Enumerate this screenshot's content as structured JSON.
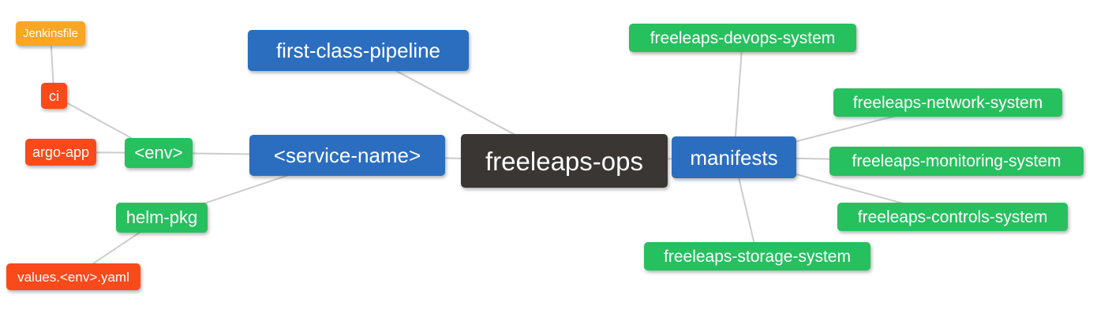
{
  "diagram": {
    "type": "mindmap",
    "root": "freeleaps_ops",
    "nodes": {
      "freeleaps_ops": {
        "label": "freeleaps-ops",
        "role": "root"
      },
      "first_class_pipeline": {
        "label": "first-class-pipeline",
        "role": "branch"
      },
      "service_name": {
        "label": "<service-name>",
        "role": "branch"
      },
      "manifests": {
        "label": "manifests",
        "role": "branch"
      },
      "env": {
        "label": "<env>",
        "role": "sub"
      },
      "helm_pkg": {
        "label": "helm-pkg",
        "role": "sub"
      },
      "devops_system": {
        "label": "freeleaps-devops-system",
        "role": "sub"
      },
      "network_system": {
        "label": "freeleaps-network-system",
        "role": "sub"
      },
      "monitoring_system": {
        "label": "freeleaps-monitoring-system",
        "role": "sub"
      },
      "controls_system": {
        "label": "freeleaps-controls-system",
        "role": "sub"
      },
      "storage_system": {
        "label": "freeleaps-storage-system",
        "role": "sub"
      },
      "ci": {
        "label": "ci",
        "role": "leaf"
      },
      "argo_app": {
        "label": "argo-app",
        "role": "leaf"
      },
      "values_env_yaml": {
        "label": "values.<env>.yaml",
        "role": "leaf"
      },
      "jenkinsfile": {
        "label": "Jenkinsfile",
        "role": "leaf"
      }
    },
    "edges": [
      {
        "from": "jenkinsfile",
        "to": "ci"
      },
      {
        "from": "ci",
        "to": "env"
      },
      {
        "from": "argo_app",
        "to": "env"
      },
      {
        "from": "env",
        "to": "service_name"
      },
      {
        "from": "helm_pkg",
        "to": "service_name"
      },
      {
        "from": "values_env_yaml",
        "to": "helm_pkg"
      },
      {
        "from": "service_name",
        "to": "freeleaps_ops"
      },
      {
        "from": "first_class_pipeline",
        "to": "freeleaps_ops"
      },
      {
        "from": "freeleaps_ops",
        "to": "manifests"
      },
      {
        "from": "manifests",
        "to": "devops_system"
      },
      {
        "from": "manifests",
        "to": "network_system"
      },
      {
        "from": "manifests",
        "to": "monitoring_system"
      },
      {
        "from": "manifests",
        "to": "controls_system"
      },
      {
        "from": "manifests",
        "to": "storage_system"
      }
    ]
  },
  "colors": {
    "background": "#ffffff",
    "node_text": "#ffffff",
    "edge": "#cccccc",
    "root": "#3a3633",
    "blue": "#2b6ec0",
    "green": "#27c05f",
    "red": "#fa4a1a",
    "orange": "#f7a625"
  }
}
